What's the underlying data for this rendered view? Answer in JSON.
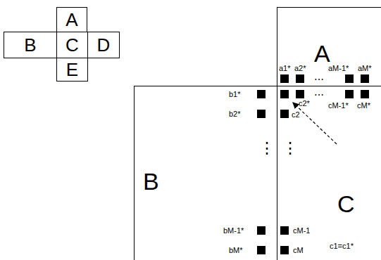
{
  "diagram": {
    "nodes": [
      {
        "text": [
          "A"
        ]
      },
      {
        "text": [
          "B"
        ]
      },
      {
        "text": [
          "C"
        ]
      },
      {
        "text": [
          "D"
        ]
      },
      {
        "text": [
          "E"
        ]
      },
      {
        "text": [
          "A"
        ]
      },
      {
        "text": [
          "B"
        ]
      },
      {
        "text": [
          "C"
        ]
      }
    ],
    "labels": [
      "a1*",
      "a2*",
      "⋯",
      "aM-1*",
      "aM*",
      "b1*",
      "b2*",
      "⋮",
      "bM-1*",
      "bM*",
      "⋯",
      "c2*",
      "cM-1*",
      "cM*",
      "c2",
      "⋮",
      "cM-1",
      "cM",
      "c1=c1*"
    ]
  }
}
